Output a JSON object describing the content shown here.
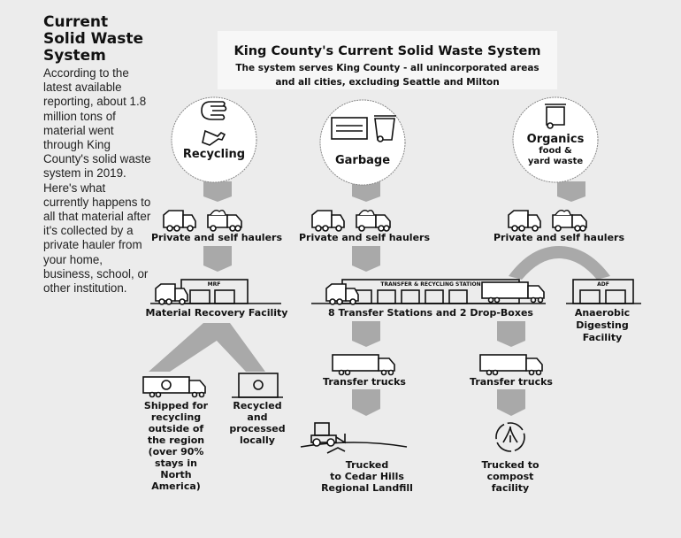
{
  "sidebar": {
    "title": "Current Solid Waste System",
    "body": "According to the latest available reporting, about 1.8 million tons of material went through King County's solid waste system in 2019. Here's what currently happens to all that material after it's collected by a private hauler from your home, business, school, or other institution."
  },
  "header": {
    "title": "King County's Current Solid Waste System",
    "subtitle_line1": "The system serves King County - all unincorporated areas",
    "subtitle_line2": "and all cities, excluding Seattle and Milton"
  },
  "streams": {
    "recycling": "Recycling",
    "garbage": "Garbage",
    "organics": "Organics",
    "organics_sub1": "food &",
    "organics_sub2": "yard waste"
  },
  "haulers": {
    "recycling": "Private and self haulers",
    "garbage": "Private and self haulers",
    "organics": "Private and self haulers"
  },
  "facilities": {
    "mrf_sign": "MRF",
    "mrf_label": "Material Recovery Facility",
    "transfer_sign": "TRANSFER & RECYCLING STATION",
    "transfer_label": "8 Transfer Stations and 2 Drop-Boxes",
    "adf_sign": "ADF",
    "adf_line1": "Anaerobic",
    "adf_line2": "Digesting",
    "adf_line3": "Facility"
  },
  "outcomes": {
    "shipped": [
      "Shipped for",
      "recycling",
      "outside of",
      "the region",
      "(over 90%",
      "stays in",
      "North",
      "America)"
    ],
    "local": [
      "Recycled",
      "and",
      "processed",
      "locally"
    ],
    "transfer_trucks_1": "Transfer trucks",
    "transfer_trucks_2": "Transfer trucks",
    "landfill": [
      "Trucked",
      "to Cedar Hills",
      "Regional Landfill"
    ],
    "compost": [
      "Trucked to",
      "compost",
      "facility"
    ]
  },
  "colors": {
    "background": "#ececec",
    "arrow": "#a9a9a9",
    "header_box": "#f7f7f7",
    "ink": "#111111"
  }
}
